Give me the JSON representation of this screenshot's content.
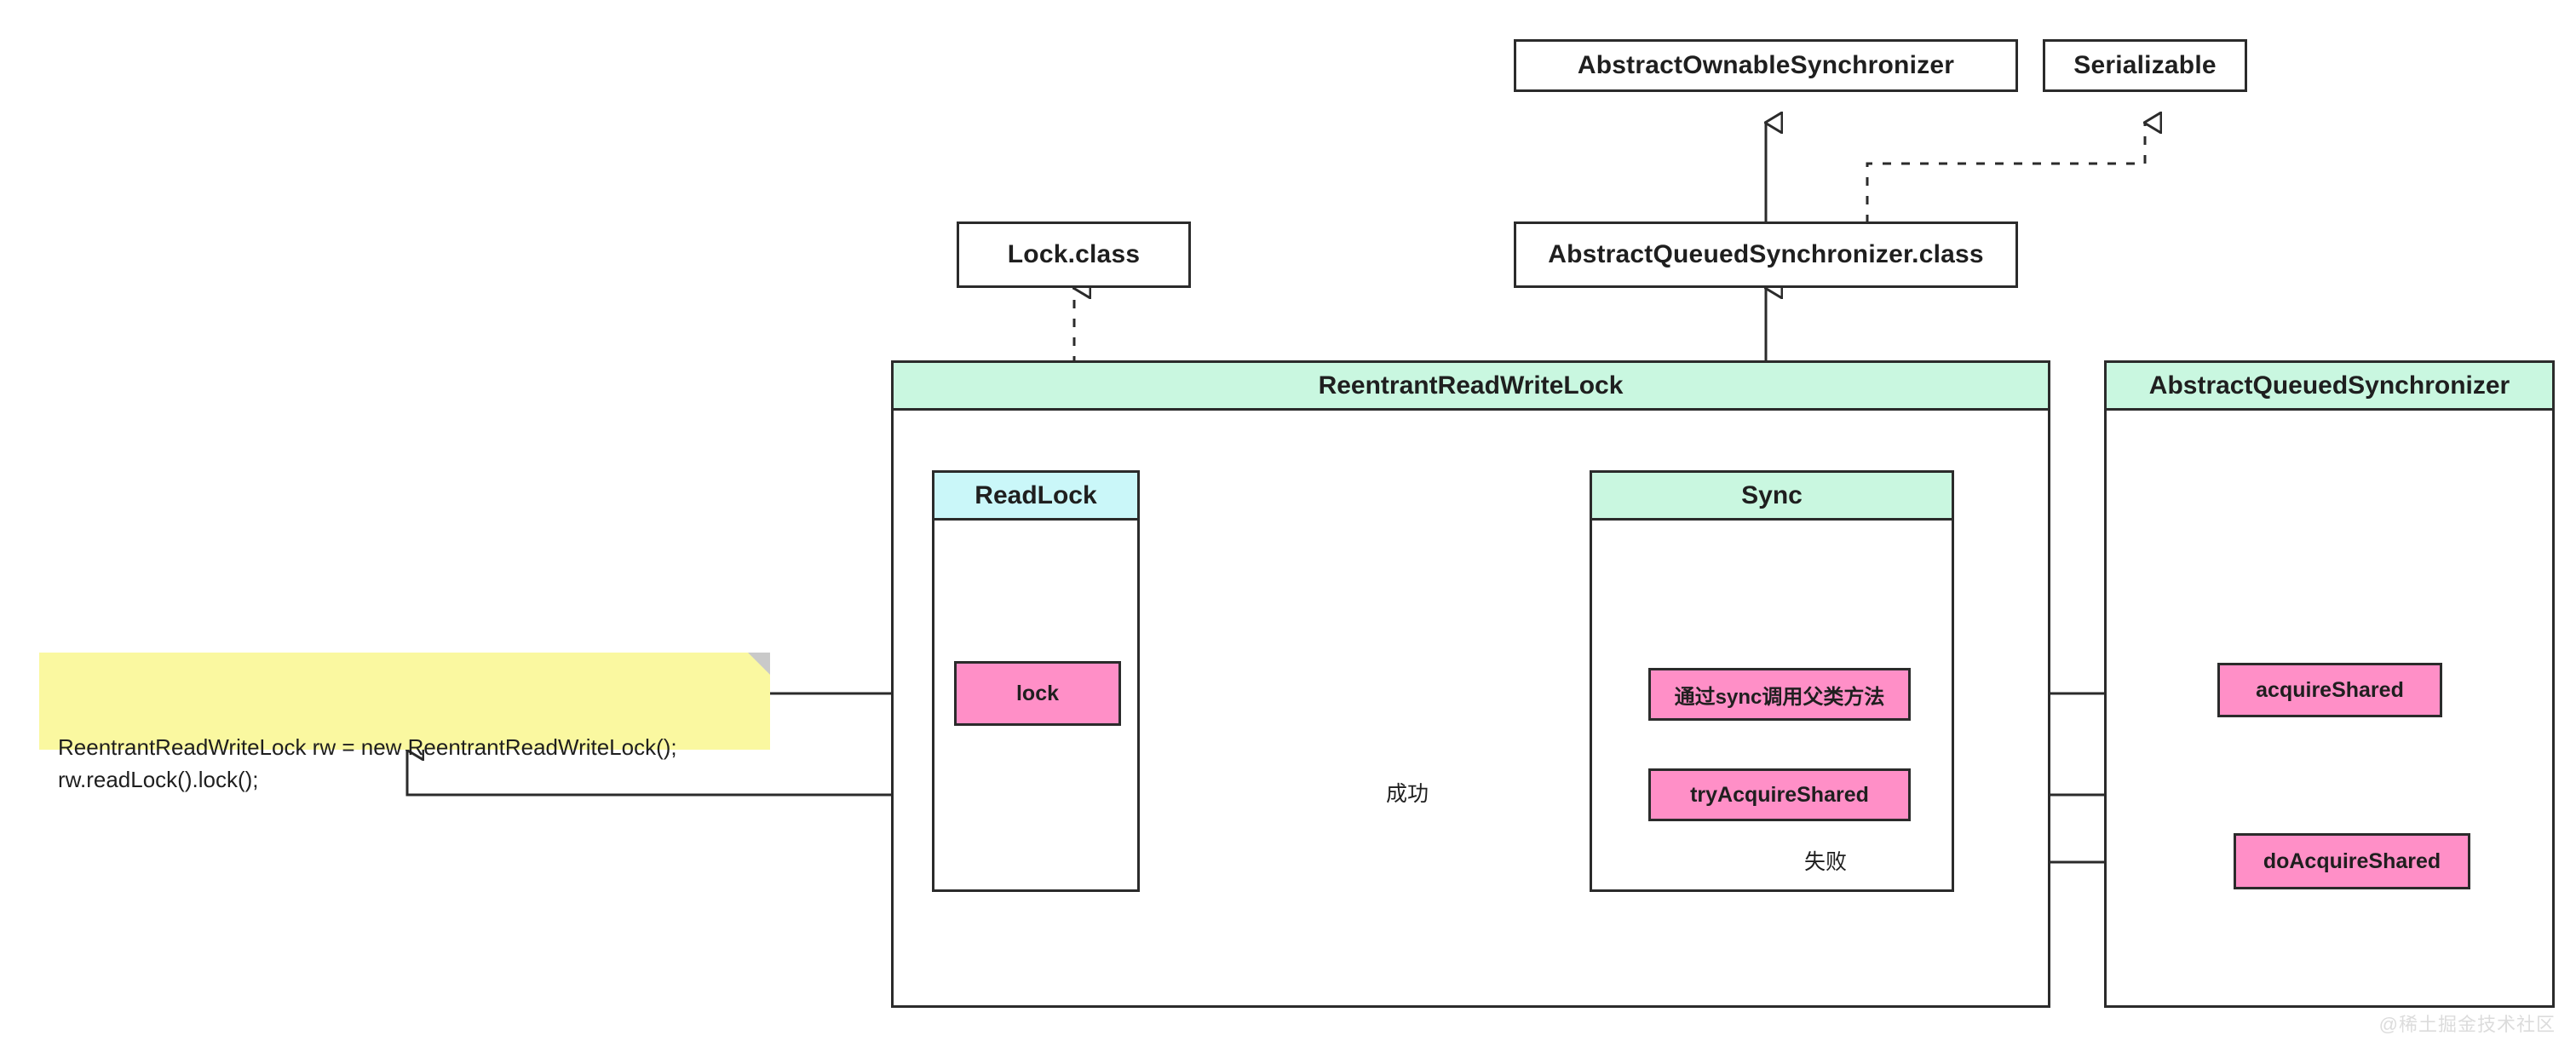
{
  "diagram": {
    "title": "ReentrantReadWriteLock readLock().lock() call flow",
    "colors": {
      "stroke": "#2b2b2b",
      "header_green": "#c9f7e0",
      "header_cyan": "#caf7f9",
      "member_pink": "#ff8fc7",
      "note_yellow": "#faf8a0",
      "note_fold": "#c9c9c9",
      "background": "#ffffff",
      "watermark": "#dcdcdc"
    },
    "top_classes": [
      {
        "id": "abstract-ownable-synchronizer",
        "label": "AbstractOwnableSynchronizer"
      },
      {
        "id": "serializable",
        "label": "Serializable"
      },
      {
        "id": "lock-class",
        "label": "Lock.class"
      },
      {
        "id": "abstract-queued-synchronizer-class",
        "label": "AbstractQueuedSynchronizer.class"
      }
    ],
    "containers": [
      {
        "id": "reentrant-read-write-lock",
        "label": "ReentrantReadWriteLock",
        "header_style": "green",
        "children": [
          {
            "id": "read-lock",
            "label": "ReadLock",
            "header_style": "cyan",
            "members": [
              {
                "id": "lock",
                "label": "lock"
              }
            ]
          },
          {
            "id": "sync",
            "label": "Sync",
            "header_style": "green",
            "members": [
              {
                "id": "call-parent-via-sync",
                "label": "通过sync调用父类方法"
              },
              {
                "id": "try-acquire-shared",
                "label": "tryAcquireShared"
              }
            ]
          }
        ]
      },
      {
        "id": "abstract-queued-synchronizer",
        "label": "AbstractQueuedSynchronizer",
        "header_style": "green",
        "members": [
          {
            "id": "acquire-shared",
            "label": "acquireShared"
          },
          {
            "id": "do-acquire-shared",
            "label": "doAcquireShared"
          }
        ]
      }
    ],
    "note": {
      "id": "code-note",
      "line1": "ReentrantReadWriteLock rw = new ReentrantReadWriteLock();",
      "line2": " rw.readLock().lock();",
      "text": "ReentrantReadWriteLock rw = new ReentrantReadWriteLock();\n rw.readLock().lock();"
    },
    "edge_labels": [
      {
        "id": "success",
        "label": "成功"
      },
      {
        "id": "failure",
        "label": "失败"
      }
    ],
    "relations": [
      {
        "from": "abstract-queued-synchronizer-class",
        "to": "abstract-ownable-synchronizer",
        "type": "generalization"
      },
      {
        "from": "abstract-queued-synchronizer-class",
        "to": "serializable",
        "type": "realization"
      },
      {
        "from": "read-lock",
        "to": "lock-class",
        "type": "realization"
      },
      {
        "from": "sync",
        "to": "abstract-queued-synchronizer-class",
        "type": "generalization"
      },
      {
        "from": "code-note",
        "to": "lock",
        "type": "call"
      },
      {
        "from": "lock",
        "to": "call-parent-via-sync",
        "type": "call"
      },
      {
        "from": "call-parent-via-sync",
        "to": "acquire-shared",
        "type": "call"
      },
      {
        "from": "acquire-shared",
        "to": "try-acquire-shared",
        "type": "call"
      },
      {
        "from": "try-acquire-shared",
        "to": "code-note",
        "type": "return",
        "label": "成功"
      },
      {
        "from": "try-acquire-shared",
        "to": "do-acquire-shared",
        "type": "call",
        "label": "失败"
      }
    ]
  },
  "watermark": {
    "text": "@稀土掘金技术社区"
  }
}
